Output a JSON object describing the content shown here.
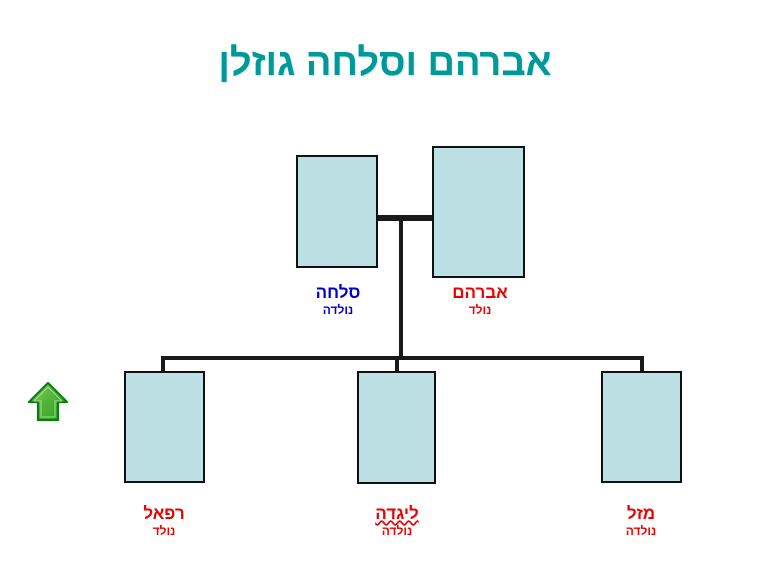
{
  "document": {
    "title": "אברהם וסלחה גוזלן",
    "title_color": "#009999",
    "background_color": "#ffffff"
  },
  "colors": {
    "photo_fill": "#bde0e4",
    "photo_border": "#111111",
    "connector": "#1a1a1a",
    "female_label": "#0000cc",
    "male_label": "#ee0000",
    "arrow_green": "#2f9e28"
  },
  "diagram": {
    "type": "family-tree",
    "generations": [
      {
        "level": "parents",
        "people": [
          {
            "id": "salha",
            "name": "סלחה",
            "status": "נולדה",
            "color": "#0000cc",
            "gender": "female",
            "spellcheck_flag": false,
            "photo_placeholder": true
          },
          {
            "id": "avraham",
            "name": "אברהם",
            "status": "נולד",
            "color": "#ee0000",
            "gender": "male",
            "spellcheck_flag": false,
            "photo_placeholder": true
          }
        ]
      },
      {
        "level": "children",
        "people": [
          {
            "id": "rafael",
            "name": "רפאל",
            "status": "נולד",
            "color": "#ee0000",
            "gender": "male",
            "spellcheck_flag": false,
            "photo_placeholder": true
          },
          {
            "id": "ligda",
            "name": "ליגדה",
            "status": "נולדה",
            "color": "#ee0000",
            "gender": "female",
            "spellcheck_flag": true,
            "photo_placeholder": true
          },
          {
            "id": "mazal",
            "name": "מזל",
            "status": "נולדה",
            "color": "#ee0000",
            "gender": "female",
            "spellcheck_flag": false,
            "photo_placeholder": true
          }
        ]
      }
    ]
  },
  "controls": {
    "up_arrow": {
      "icon": "up-arrow-icon",
      "label": ""
    }
  }
}
